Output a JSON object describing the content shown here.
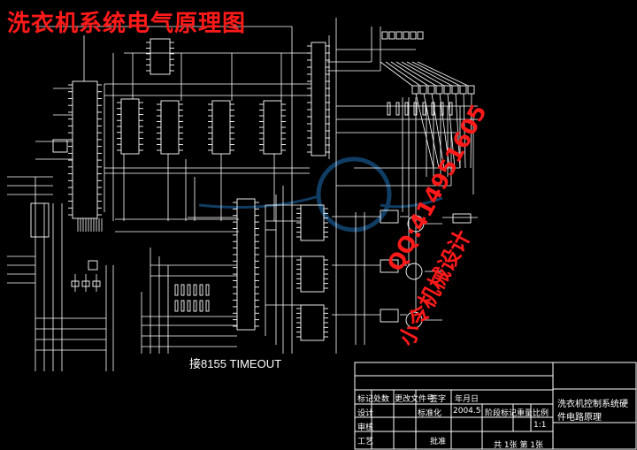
{
  "title": "洗衣机系统电气原理图",
  "connector_label": "接8155 TIMEOUT",
  "watermark": {
    "qq": "QQ:414951605",
    "name": "小令机械设计"
  },
  "title_block": {
    "drawing_name": "洗衣机控制系统硬件电路原理",
    "row1": [
      "标记",
      "处数",
      "更改文件号",
      "签字",
      "年月日"
    ],
    "design": "设计",
    "standardization": "标准化",
    "date": "2004.5",
    "stage_mark": "阶段标记",
    "weight": "重量",
    "scale": "比例",
    "scale_value": "1:1",
    "review": "审核",
    "process": "工艺",
    "approve": "批准",
    "sheets": "共 1张 第 1张"
  },
  "colors": {
    "background": "#000000",
    "wire": "#ffffff",
    "title": "#ff1a1a",
    "watermark_logo": "#1e6fb4"
  }
}
